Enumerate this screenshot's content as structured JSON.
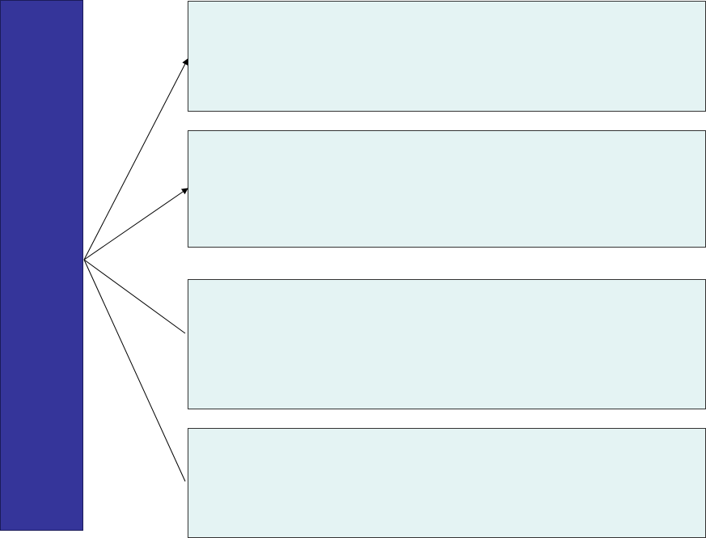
{
  "colors": {
    "source_bar_fill": "#35359a",
    "box_fill": "#e4f3f3",
    "box_border": "#333333",
    "connector_stroke": "#000000"
  },
  "source": {
    "label": ""
  },
  "boxes": [
    {
      "label": ""
    },
    {
      "label": ""
    },
    {
      "label": ""
    },
    {
      "label": ""
    }
  ],
  "connectors": [
    {
      "to": "box-1",
      "arrowhead": true
    },
    {
      "to": "box-2",
      "arrowhead": true
    },
    {
      "to": "box-3",
      "arrowhead": false
    },
    {
      "to": "box-4",
      "arrowhead": false
    }
  ]
}
